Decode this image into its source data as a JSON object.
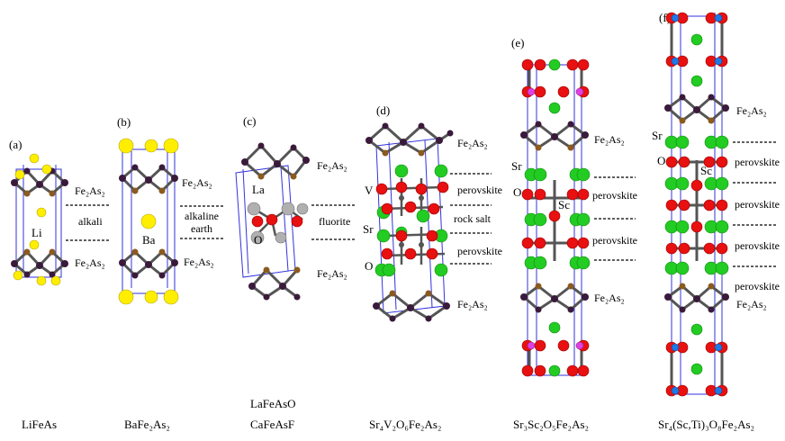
{
  "panels": [
    {
      "id": "a",
      "panel_label": "(a)",
      "compound": "LiFeAs",
      "atom_labels": [
        "Li"
      ],
      "layer_labels": [
        "Fe₂As₂",
        "alkali",
        "Fe₂As₂"
      ]
    },
    {
      "id": "b",
      "panel_label": "(b)",
      "compound": "BaFe₂As₂",
      "atom_labels": [
        "Ba"
      ],
      "layer_labels": [
        "Fe₂As₂",
        "alkaline",
        "earth",
        "Fe₂As₂"
      ]
    },
    {
      "id": "c",
      "panel_label": "(c)",
      "compound_lines": [
        "LaFeAsO",
        "CaFeAsF"
      ],
      "atom_labels": [
        "La",
        "O"
      ],
      "layer_labels": [
        "Fe₂As₂",
        "fluorite",
        "Fe₂As₂"
      ]
    },
    {
      "id": "d",
      "panel_label": "(d)",
      "compound": "Sr₄V₂O₆Fe₂As₂",
      "atom_labels": [
        "V",
        "Sr",
        "O"
      ],
      "layer_labels": [
        "Fe₂As₂",
        "perovskite",
        "rock salt",
        "perovskite",
        "Fe₂As₂"
      ]
    },
    {
      "id": "e",
      "panel_label": "(e)",
      "compound": "Sr₃Sc₂O₅Fe₂As₂",
      "atom_labels": [
        "Sr",
        "O",
        "Sc"
      ],
      "layer_labels": [
        "Fe₂As₂",
        "perovskite",
        "perovskite",
        "Fe₂As₂"
      ]
    },
    {
      "id": "f",
      "panel_label": "(f)",
      "compound": "Sr₄(Sc,Ti)₃O₈Fe₂As₂",
      "atom_labels": [
        "Sr",
        "O",
        "Sc"
      ],
      "layer_labels": [
        "Fe₂As₂",
        "perovskite",
        "perovskite",
        "perovskite",
        "perovskite",
        "Fe₂As₂"
      ]
    }
  ],
  "colors": {
    "fe": "#3a1a3a",
    "as": "#8b5a1e",
    "bond": "#555555",
    "cell": "#3333dd",
    "li_ba": "#ffee00",
    "oxygen": "#e81010",
    "sr": "#22cc22",
    "la": "#b0b0b0",
    "ti": "#1e78e6",
    "magenta": "#e040e0"
  }
}
